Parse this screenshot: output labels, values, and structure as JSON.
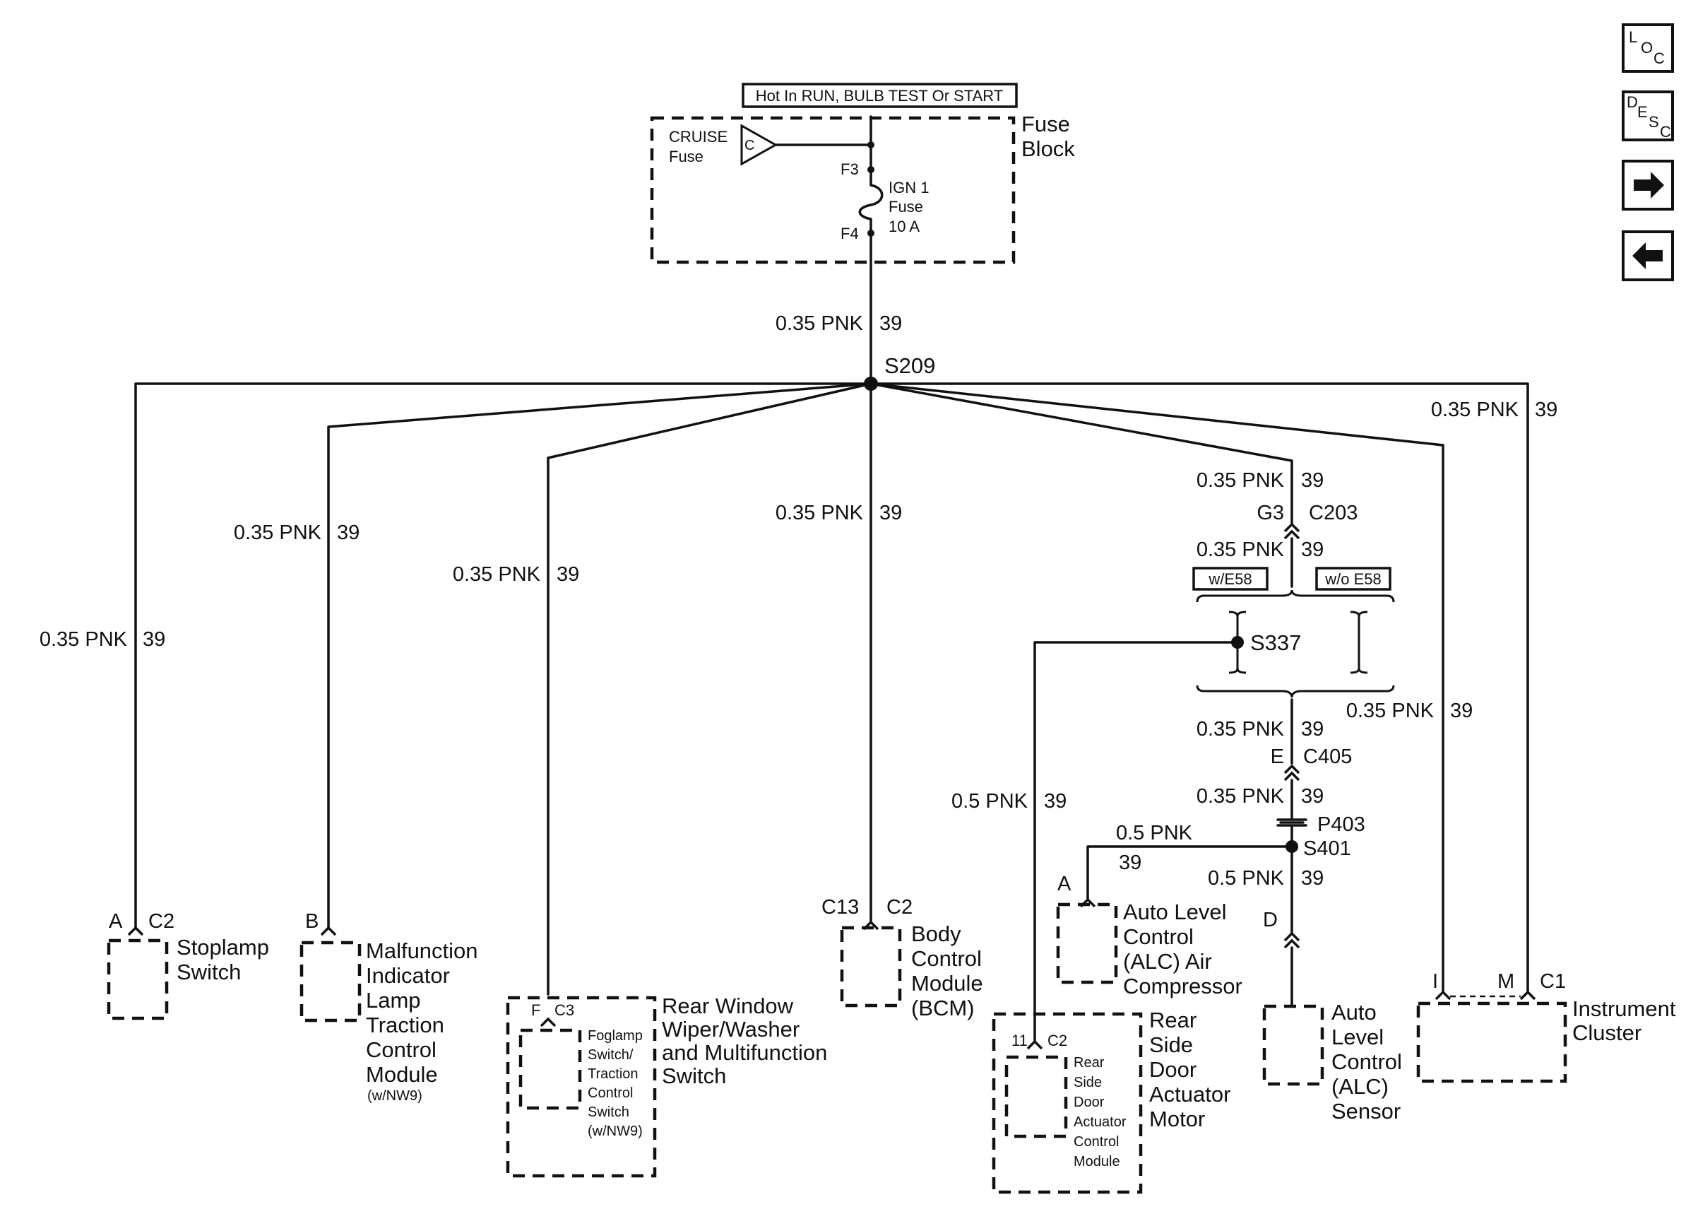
{
  "header": {
    "condition": "Hot In RUN, BULB TEST Or START"
  },
  "fuse_block": {
    "label_line1": "Fuse",
    "label_line2": "Block",
    "cruise_line1": "CRUISE",
    "cruise_line2": "Fuse",
    "cruise_letter": "C",
    "pin_top": "F3",
    "pin_bottom": "F4",
    "ign_line1": "IGN 1",
    "ign_line2": "Fuse",
    "ign_line3": "10 A"
  },
  "splices": {
    "s209": "S209",
    "s337": "S337",
    "s401": "S401",
    "p403": "P403"
  },
  "connectors": {
    "g3": "G3",
    "c203": "C203",
    "e": "E",
    "c405": "C405"
  },
  "options": {
    "with": "w/E58",
    "without": "w/o E58"
  },
  "wire": {
    "pnk035": "0.35 PNK",
    "pnk05": "0.5 PNK",
    "circuit": "39"
  },
  "components": {
    "stoplamp": {
      "pin": "A",
      "conn": "C2",
      "line1": "Stoplamp",
      "line2": "Switch"
    },
    "mil": {
      "pin": "B",
      "line1": "Malfunction",
      "line2": "Indicator",
      "line3": "Lamp",
      "line4": "Traction",
      "line5": "Control",
      "line6": "Module",
      "line7": "(w/NW9)"
    },
    "rear_wiper": {
      "pin": "F",
      "conn": "C3",
      "line1": "Rear Window",
      "line2": "Wiper/Washer",
      "line3": "and  Multifunction",
      "line4": "Switch",
      "sub1": "Foglamp",
      "sub2": "Switch/",
      "sub3": "Traction",
      "sub4": "Control",
      "sub5": "Switch",
      "sub6": "(w/NW9)"
    },
    "bcm": {
      "pin": "C13",
      "conn": "C2",
      "line1": "Body",
      "line2": "Control",
      "line3": "Module",
      "line4": "(BCM)"
    },
    "rear_door": {
      "pin": "11",
      "conn": "C2",
      "line1": "Rear",
      "line2": "Side",
      "line3": "Door",
      "line4": "Actuator",
      "line5": "Motor",
      "sub1": "Rear",
      "sub2": "Side",
      "sub3": "Door",
      "sub4": "Actuator",
      "sub5": "Control",
      "sub6": "Module"
    },
    "alc_comp": {
      "pin": "A",
      "line1": "Auto Level",
      "line2": "Control",
      "line3": "(ALC) Air",
      "line4": "Compressor"
    },
    "alc_sensor": {
      "pin": "D",
      "line1": "Auto",
      "line2": "Level",
      "line3": "Control",
      "line4": "(ALC)",
      "line5": "Sensor"
    },
    "cluster": {
      "pin1": "I",
      "pin2": "M",
      "conn": "C1",
      "line1": "Instrument",
      "line2": "Cluster"
    }
  },
  "nav": {
    "loc": [
      "L",
      "O",
      "C"
    ],
    "desc": [
      "D",
      "E",
      "S",
      "C"
    ],
    "next_icon": "arrow-right-icon",
    "prev_icon": "arrow-left-icon"
  }
}
